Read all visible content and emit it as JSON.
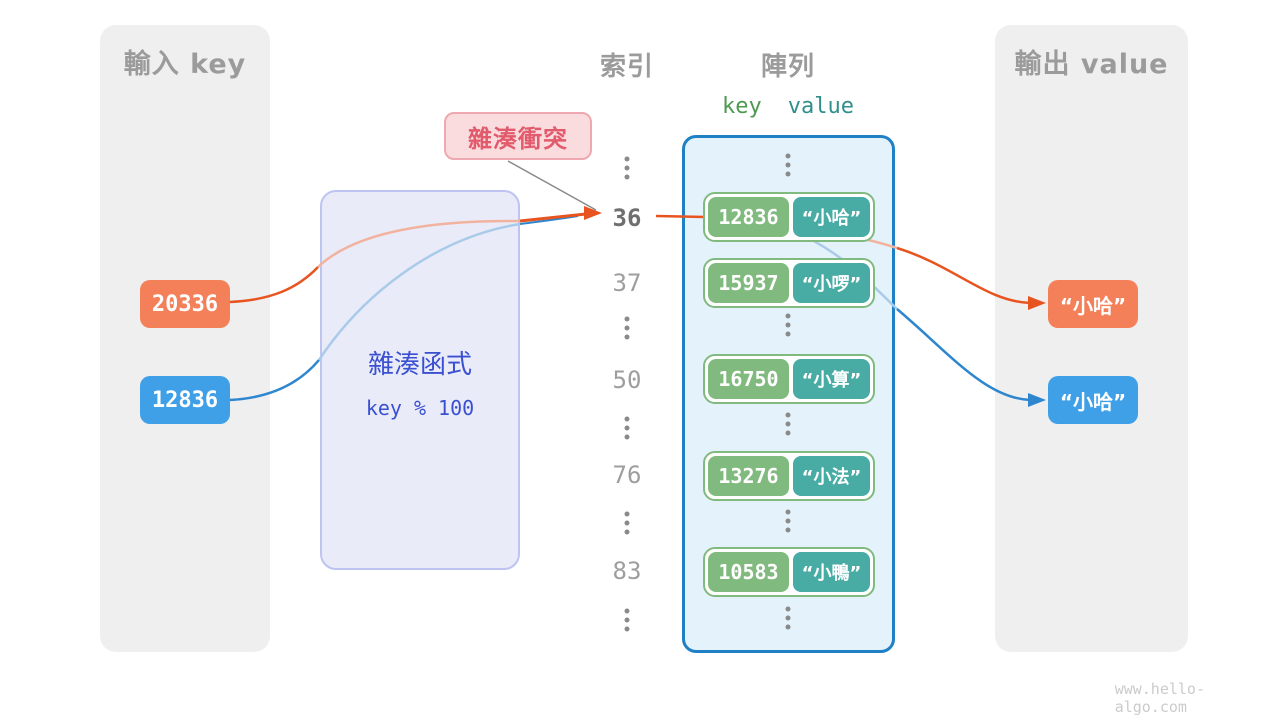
{
  "input_panel": {
    "title": "輸入 key",
    "keys": [
      {
        "label": "20336",
        "color": "#F4805A"
      },
      {
        "label": "12836",
        "color": "#3FA0E8"
      }
    ]
  },
  "hash_function": {
    "title": "雜湊函式",
    "formula": "key % 100"
  },
  "collision_label": {
    "text": "雜湊衝突"
  },
  "index_column": {
    "title": "索引",
    "items": [
      "⋮",
      "36",
      "37",
      "⋮",
      "50",
      "⋮",
      "76",
      "⋮",
      "83",
      "⋮"
    ],
    "highlighted": "36"
  },
  "array_panel": {
    "title": "陣列",
    "key_header": "key",
    "value_header": "value",
    "ellipsis": "⋮",
    "rows": [
      {
        "key": "12836",
        "value": "“小哈”"
      },
      {
        "key": "15937",
        "value": "“小啰”"
      },
      {
        "key": "16750",
        "value": "“小算”"
      },
      {
        "key": "13276",
        "value": "“小法”"
      },
      {
        "key": "10583",
        "value": "“小鴨”"
      }
    ]
  },
  "output_panel": {
    "title": "輸出 value",
    "values": [
      {
        "label": "“小哈”",
        "color": "#F4805A"
      },
      {
        "label": "“小哈”",
        "color": "#3FA0E8"
      }
    ]
  },
  "page": {
    "watermark": "www.hello-algo.com"
  },
  "colors": {
    "orange_box": "#F4805A",
    "blue_box": "#3FA0E8",
    "orange_arrow": "#E8541F",
    "blue_arrow": "#2E86CF",
    "orange_light": "#F2B39E",
    "blue_light": "#A9CBE9",
    "hash_fill": "#E9EBF9",
    "hash_border": "#BEC4F1",
    "hash_text": "#3A50D0",
    "collision_fill": "#FADCDF",
    "collision_border": "#F0A8B0",
    "collision_text": "#E25B6C",
    "panel_gray": "#EFEFEF",
    "header_gray": "#9B9B9B",
    "array_fill": "#E4F2FC",
    "array_border": "#1F80C6",
    "key_green": "#81BA7E",
    "value_teal": "#48ACA5",
    "key_header_green": "#4C9A50",
    "value_header_teal": "#318F8B"
  }
}
